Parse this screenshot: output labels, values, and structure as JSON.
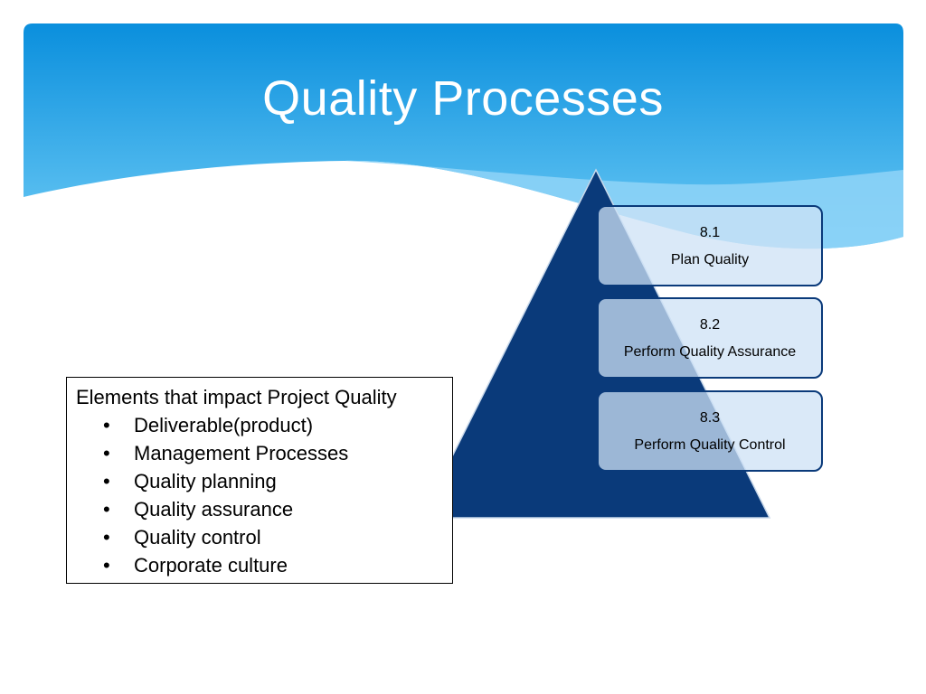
{
  "slide": {
    "title": "Quality Processes",
    "colors": {
      "header_top": "#0a8fdd",
      "header_bottom": "#64c8f5",
      "wave_light": "#8fd4f7",
      "pyramid": "#0a3a7a",
      "box_fill": "#cde2f6",
      "box_border": "#0a3a7a"
    }
  },
  "processes": [
    {
      "number": "8.1",
      "name": "Plan Quality"
    },
    {
      "number": "8.2",
      "name": "Perform Quality Assurance"
    },
    {
      "number": "8.3",
      "name": "Perform Quality Control"
    }
  ],
  "elements": {
    "heading": "Elements that impact Project Quality",
    "bullet_glyph": "•",
    "items": [
      "Deliverable(product)",
      "Management Processes",
      "Quality planning",
      "Quality assurance",
      "Quality control",
      "Corporate culture"
    ]
  }
}
